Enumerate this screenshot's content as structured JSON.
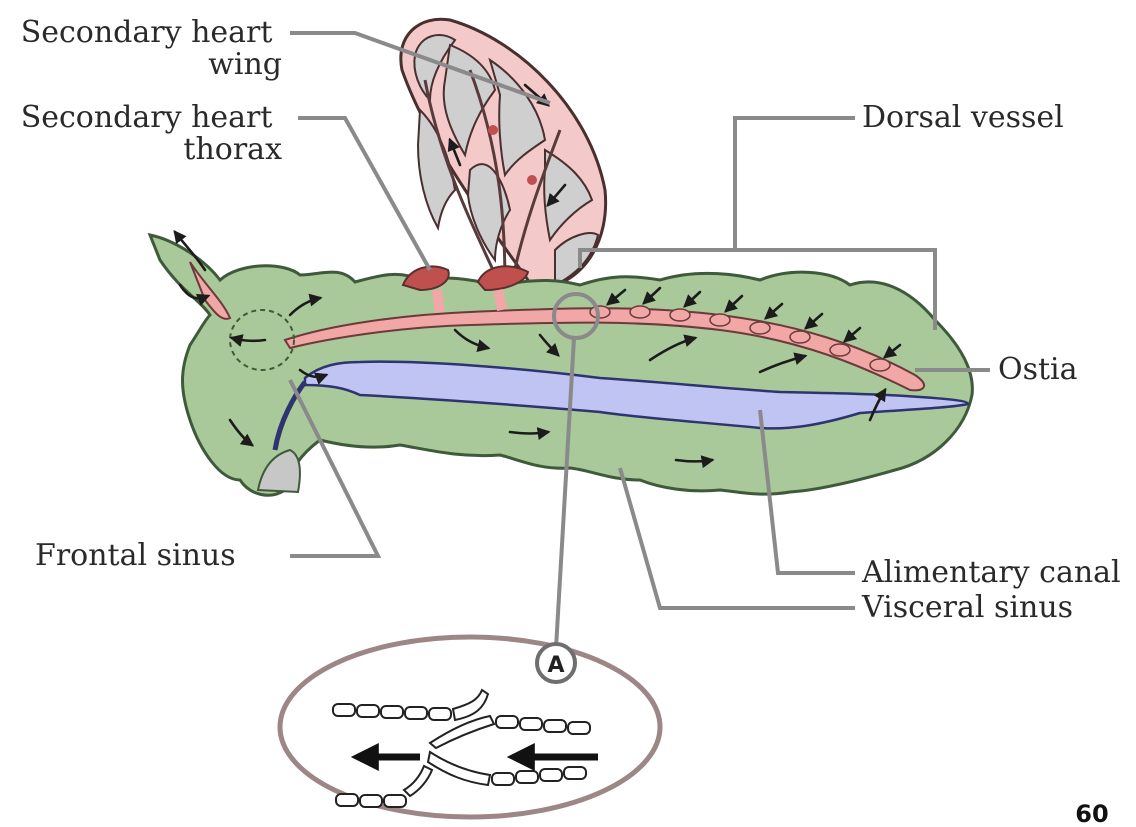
{
  "labels": {
    "secondary_heart_wing": [
      "Secondary heart",
      "wing"
    ],
    "secondary_heart_thorax": [
      "Secondary heart",
      "thorax"
    ],
    "dorsal_vessel": "Dorsal vessel",
    "ostia": "Ostia",
    "frontal_sinus": "Frontal sinus",
    "alimentary_canal": "Alimentary canal",
    "visceral_sinus": "Visceral sinus",
    "inset_marker": "A"
  },
  "page_number": "60",
  "colors": {
    "body": "#a9c99a",
    "body_outline": "#3f5a3a",
    "dorsal_vessel": "#f2a7a7",
    "gut": "#bfc4f2",
    "wing": "#f3c9c9",
    "wing_cell": "#cfcfcf",
    "leader": "#8a8a8a"
  }
}
